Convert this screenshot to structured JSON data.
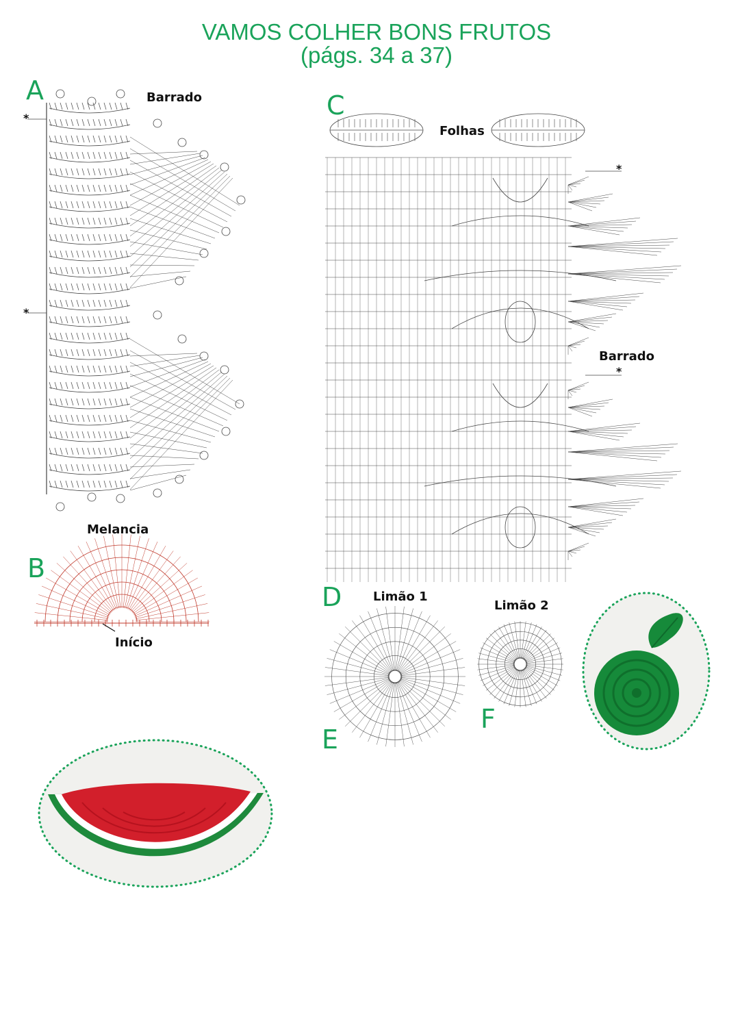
{
  "page": {
    "title_line1": "VAMOS COLHER BONS FRUTOS",
    "title_line2": "(págs. 34 a 37)"
  },
  "sections": {
    "a": "A",
    "b": "B",
    "c": "C",
    "d": "D",
    "e": "E",
    "f": "F"
  },
  "labels": {
    "barrado_a": "Barrado",
    "folhas": "Folhas",
    "barrado_c": "Barrado",
    "melancia": "Melancia",
    "inicio": "Início",
    "limao1": "Limão 1",
    "limao2": "Limão 2",
    "star": "*"
  },
  "colors": {
    "accent": "#1aa35a",
    "stitch": "#444444",
    "melancia_stitch": "#c0392b",
    "watermelon_red": "#d21f2b",
    "watermelon_green": "#1e8a3c",
    "lemon_green": "#168a3a",
    "photo_border": "#1aa35a"
  }
}
